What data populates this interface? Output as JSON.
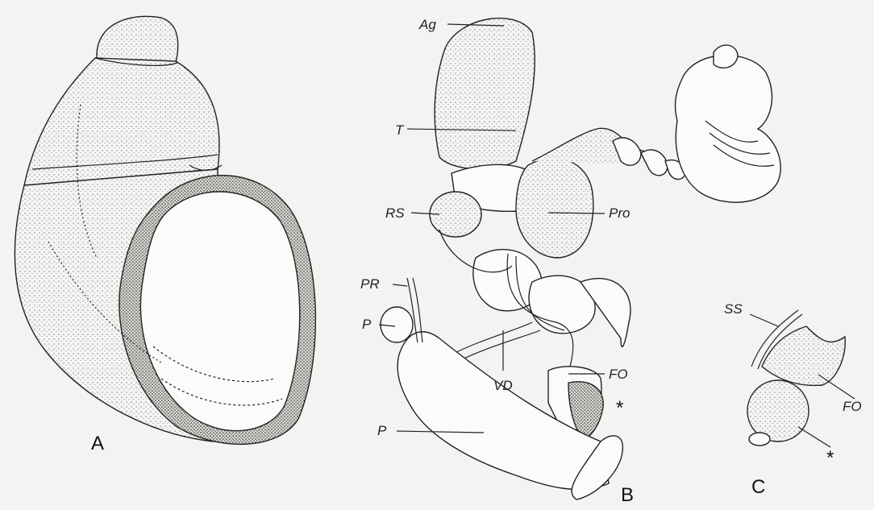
{
  "panels": {
    "a": "A",
    "b": "B",
    "c": "C"
  },
  "labels": {
    "ag": "Ag",
    "t": "T",
    "rs": "RS",
    "pro": "Pro",
    "pr": "PR",
    "p_upper": "P",
    "p_lower": "P",
    "vd": "VD",
    "fo_b": "FO",
    "star_b": "*",
    "ss": "SS",
    "fo_c": "FO",
    "star_c": "*"
  }
}
